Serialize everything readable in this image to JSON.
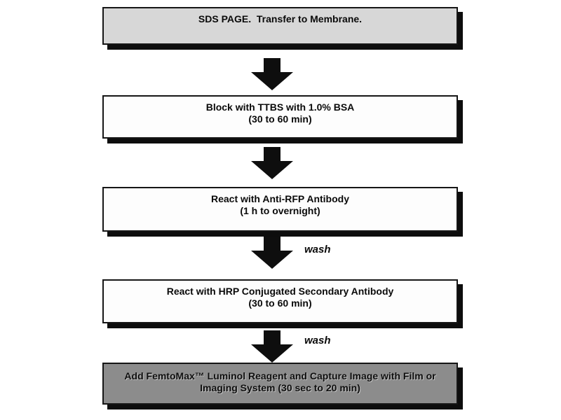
{
  "diagram": {
    "type": "flowchart",
    "background_color": "#ffffff",
    "boxes": [
      {
        "id": "step-sds-page",
        "line1": "SDS PAGE.  Transfer to Membrane.",
        "line2": "",
        "fill": "#d7d7d7",
        "text_color": "#0a0a0a"
      },
      {
        "id": "step-block",
        "line1": "Block with TTBS with 1.0% BSA",
        "line2": "(30 to 60 min)",
        "fill": "#fdfdfd",
        "text_color": "#0a0a0a"
      },
      {
        "id": "step-primary-antibody",
        "line1": "React with Anti-RFP Antibody",
        "line2": "(1 h to overnight)",
        "fill": "#fdfdfd",
        "text_color": "#0a0a0a"
      },
      {
        "id": "step-secondary-antibody",
        "line1": "React with HRP Conjugated Secondary Antibody",
        "line2": "(30 to 60 min)",
        "fill": "#fdfdfd",
        "text_color": "#0a0a0a"
      },
      {
        "id": "step-detection",
        "line1": "Add FemtoMax™ Luminol Reagent and Capture Image with Film or",
        "line2": "Imaging System (30 sec to 20 min)",
        "fill": "#8c8c8c",
        "text_color": "#0f0f0f"
      }
    ],
    "connectors": [
      {
        "from": 1,
        "to": 2,
        "label": ""
      },
      {
        "from": 2,
        "to": 3,
        "label": ""
      },
      {
        "from": 3,
        "to": 4,
        "label": "wash"
      },
      {
        "from": 4,
        "to": 5,
        "label": "wash"
      }
    ],
    "arrow_color": "#0e0e0e",
    "border_color": "#161616",
    "shadow_color": "#0d0d0d"
  }
}
